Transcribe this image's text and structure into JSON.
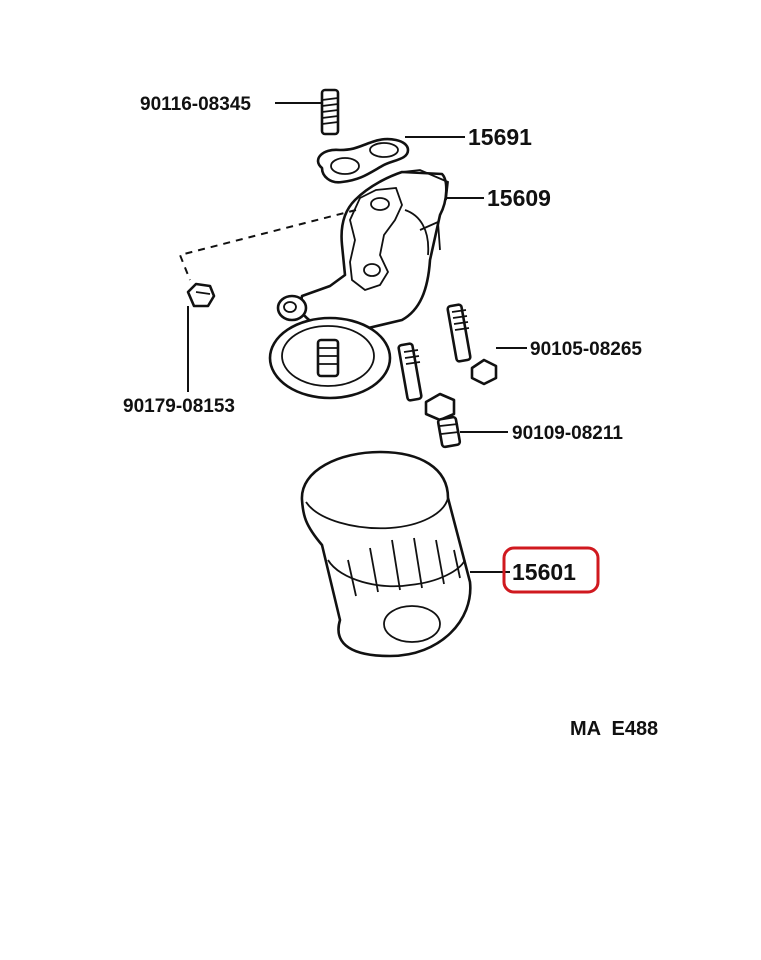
{
  "parts": {
    "stud_bolt_top": "90116-08345",
    "gasket": "15691",
    "bracket": "15609",
    "plug": "90179-08153",
    "bolt_right": "90105-08265",
    "stud_bolt_mid": "90109-08211",
    "oil_filter": "15601"
  },
  "reference": "MA  E488",
  "colors": {
    "highlight": "#d0191f",
    "ink": "#111111"
  }
}
